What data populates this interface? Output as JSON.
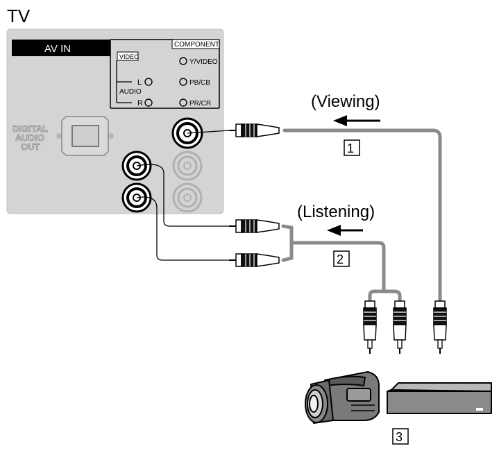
{
  "title": "TV",
  "panel": {
    "av_in": "AV IN",
    "component": "COMPONENT",
    "video": "VIDEO",
    "y_video": "Y/VIDEO",
    "pb_cb": "PB/CB",
    "pr_cr": "PR/CR",
    "l": "L",
    "r": "R",
    "audio": "AUDIO",
    "digital_audio_out": [
      "DIGITAL",
      "AUDIO",
      "OUT"
    ]
  },
  "labels": {
    "viewing": "(Viewing)",
    "listening": "(Listening)",
    "num1": "1",
    "num2": "2",
    "num3": "3"
  },
  "colors": {
    "panel": "#d4d4d4",
    "panel_border": "#c2c2c2",
    "cable": "#8a8a8a",
    "black_bar": "#000000"
  }
}
